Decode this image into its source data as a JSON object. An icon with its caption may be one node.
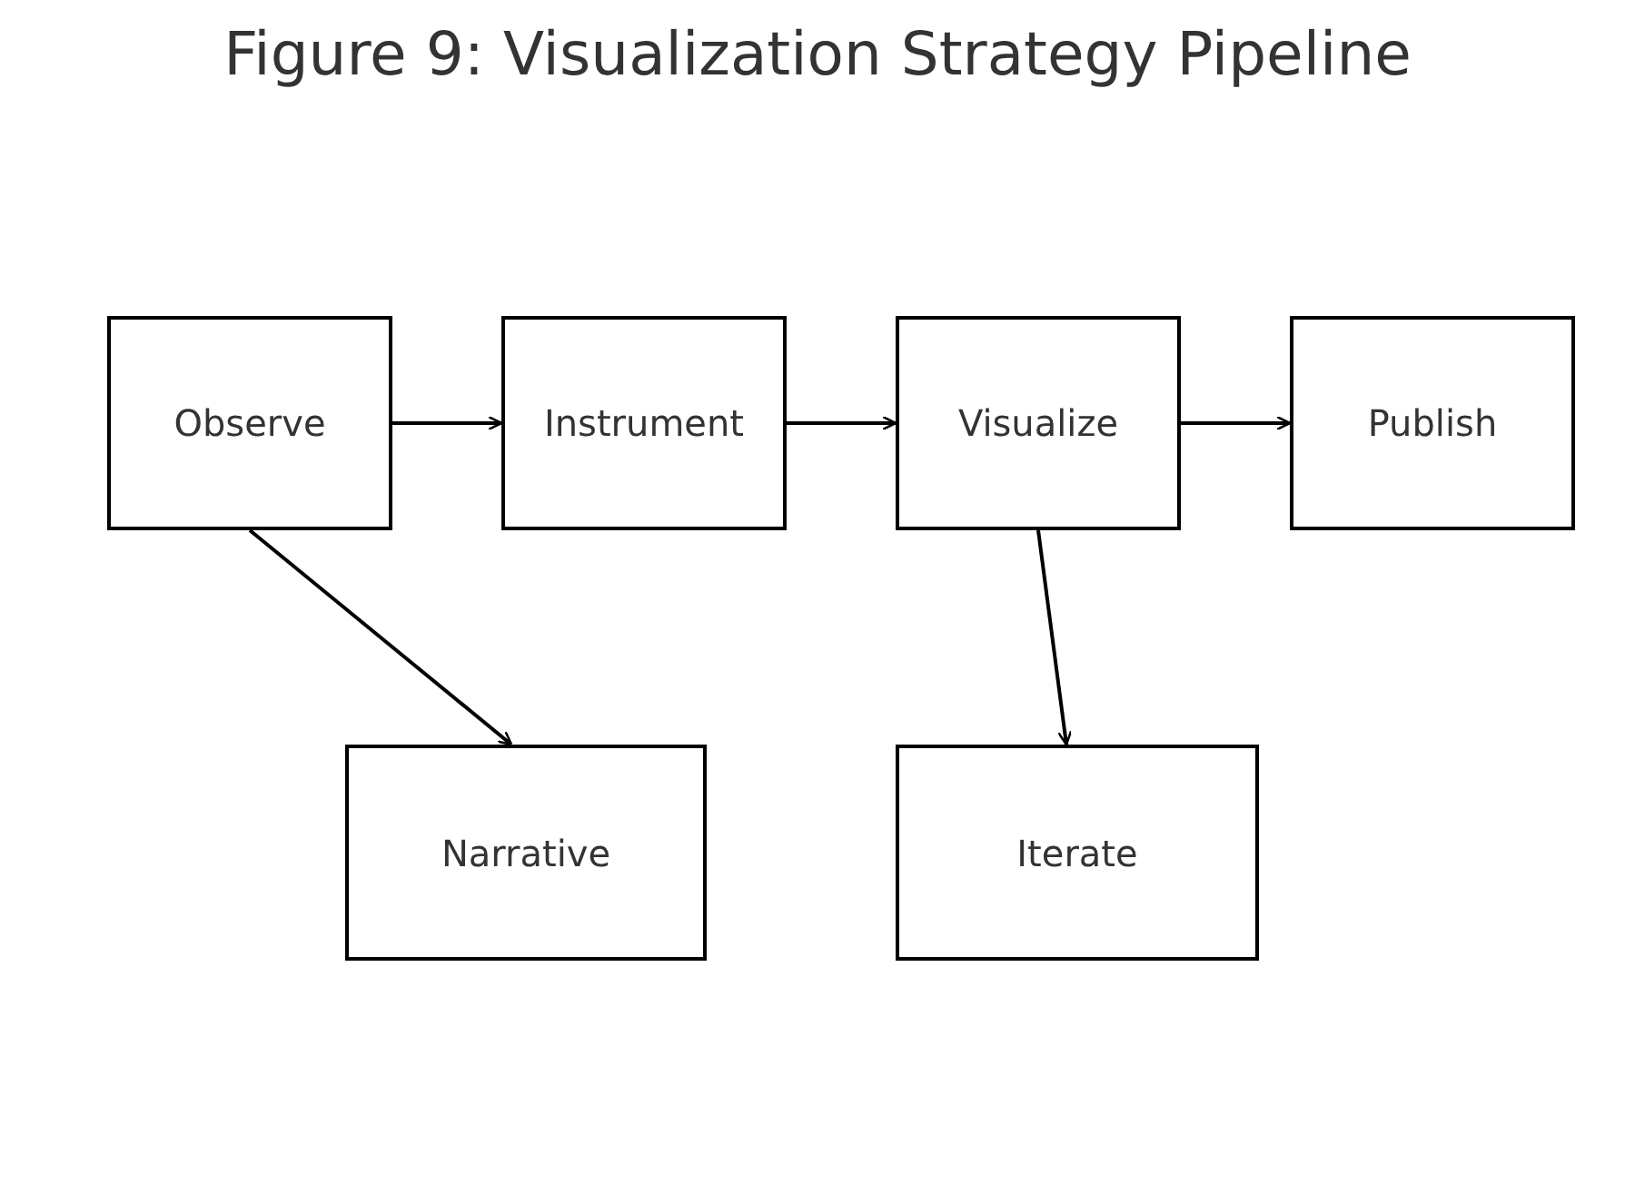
{
  "diagram": {
    "title": "Figure 9: Visualization Strategy Pipeline",
    "nodes": [
      {
        "text": [
          "Observe"
        ]
      },
      {
        "text": [
          "Instrument"
        ]
      },
      {
        "text": [
          "Visualize"
        ]
      },
      {
        "text": [
          "Publish"
        ]
      },
      {
        "text": [
          "Narrative"
        ]
      },
      {
        "text": [
          "Iterate"
        ]
      }
    ],
    "edges": [
      {
        "from": 0,
        "to": 1,
        "arrow": "to"
      },
      {
        "from": 1,
        "to": 2,
        "arrow": "to"
      },
      {
        "from": 2,
        "to": 3,
        "arrow": "to"
      },
      {
        "from": 0,
        "to": 4,
        "arrow": "to"
      },
      {
        "from": 2,
        "to": 5,
        "arrow": "to"
      }
    ]
  }
}
